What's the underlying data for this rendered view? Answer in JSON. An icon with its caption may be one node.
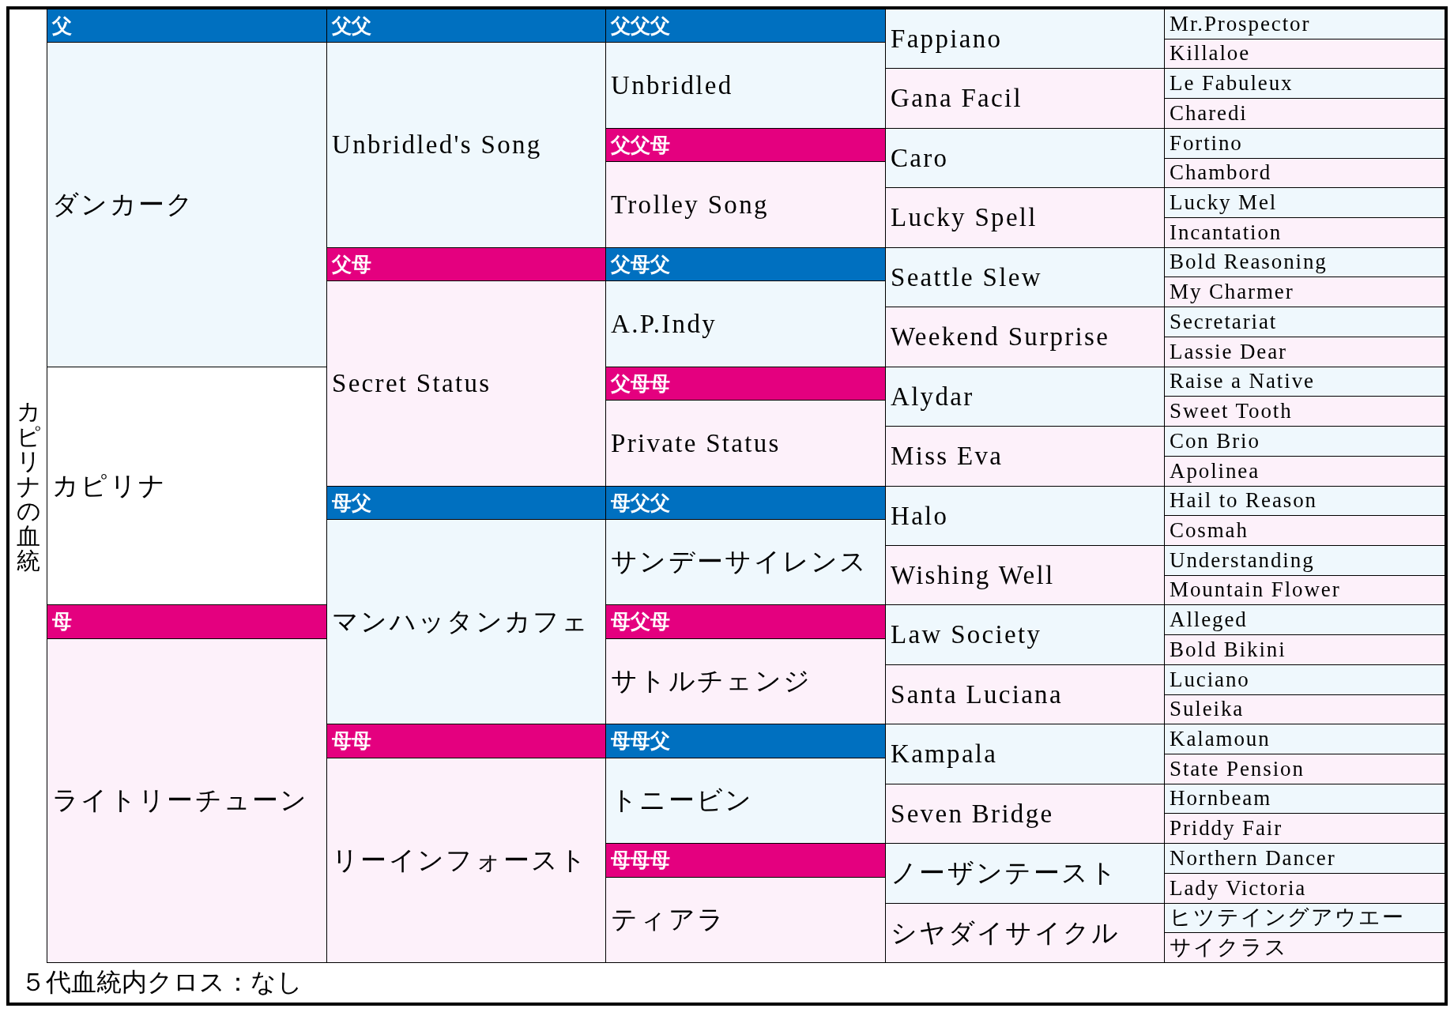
{
  "diagram": {
    "title": "カピリナの血統",
    "caption": "５代血統内クロス：なし",
    "labels": [
      "父",
      "父父",
      "父父父",
      "Fappiano",
      "Mr.Prospector",
      "Killaloe",
      "ダンカーク",
      "Unbridled's Song",
      "Unbridled",
      "Gana Facil",
      "Le Fabuleux",
      "Charedi",
      "父父母",
      "Caro",
      "Fortino",
      "Chambord",
      "Trolley Song",
      "Lucky Spell",
      "Lucky Mel",
      "Incantation",
      "父母",
      "父母父",
      "Seattle Slew",
      "Bold Reasoning",
      "My Charmer",
      "Secret Status",
      "A.P.Indy",
      "Weekend Surprise",
      "Secretariat",
      "Lassie Dear",
      "カピリナ",
      "父母母",
      "Alydar",
      "Raise a Native",
      "Sweet Tooth",
      "Private Status",
      "Miss Eva",
      "Con Brio",
      "Apolinea",
      "母父",
      "母父父",
      "Halo",
      "Hail to Reason",
      "Cosmah",
      "マンハッタンカフェ",
      "サンデーサイレンス",
      "Wishing Well",
      "Understanding",
      "Mountain Flower",
      "母",
      "母父母",
      "Law Society",
      "Alleged",
      "Bold Bikini",
      "ライトリーチューン",
      "サトルチェンジ",
      "Santa Luciana",
      "Luciano",
      "Suleika",
      "母母",
      "母母父",
      "Kampala",
      "Kalamoun",
      "State Pension",
      "リーインフォースト",
      "トニービン",
      "Seven Bridge",
      "Hornbeam",
      "Priddy Fair",
      "母母母",
      "ノーザンテースト",
      "Northern Dancer",
      "Lady Victoria",
      "ティアラ",
      "シヤダイサイクル",
      "ヒツテイングアウエー",
      "サイクラス"
    ]
  }
}
